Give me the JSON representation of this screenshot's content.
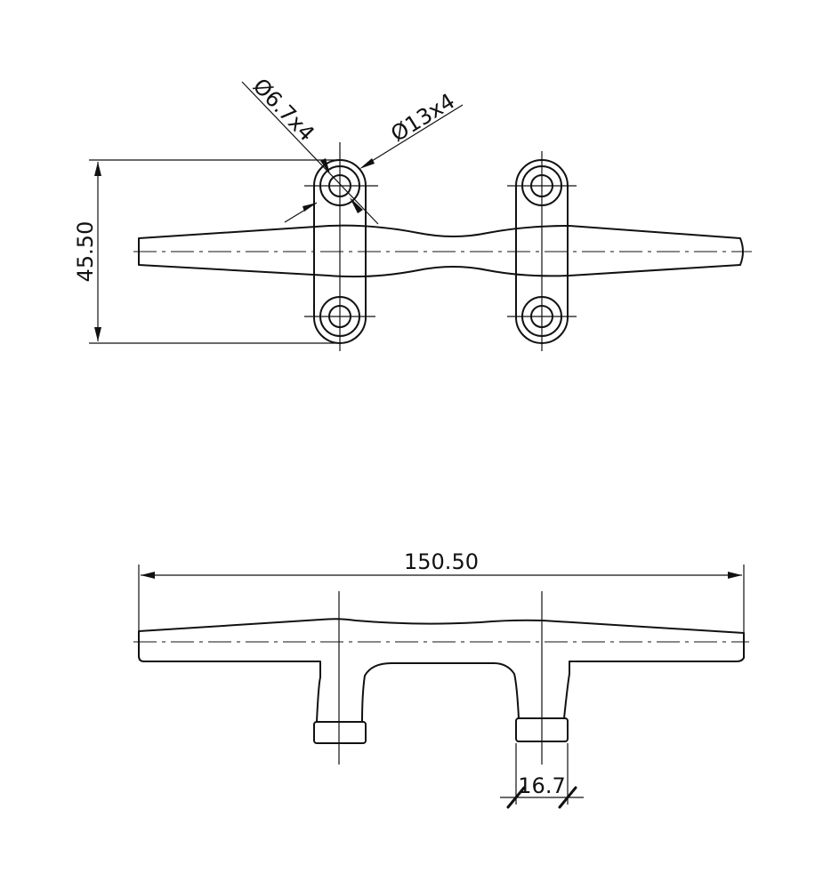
{
  "dimensions": {
    "height": "45.50",
    "length": "150.50",
    "base_width": "16.7",
    "hole_small": "Ø6.7x4",
    "hole_large": "Ø13x4"
  }
}
